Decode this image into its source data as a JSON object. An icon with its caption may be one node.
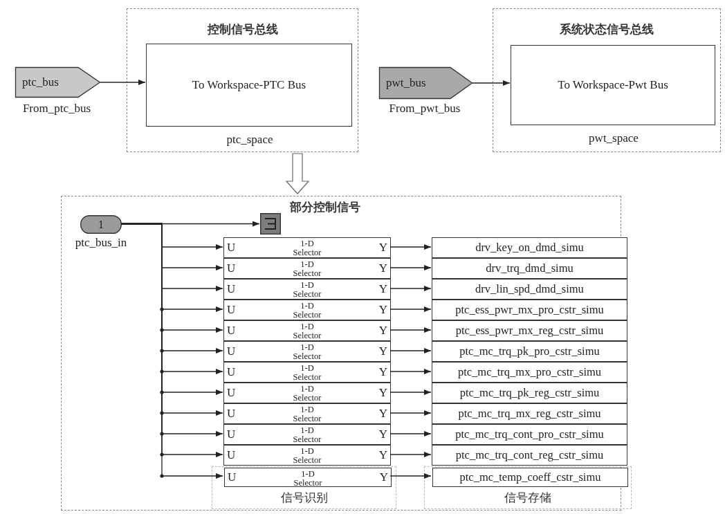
{
  "diagram": {
    "nodes": [
      {
        "text": [
          "控制信号总线"
        ]
      },
      {
        "text": [
          "ptc_bus"
        ],
        "beside": [
          "From_ptc_bus"
        ]
      },
      {
        "text": [
          "To Workspace-PTC Bus"
        ],
        "in": 0,
        "beside": [
          "ptc_space"
        ]
      },
      {
        "text": [
          "系统状态信号总线"
        ]
      },
      {
        "text": [
          "pwt_bus"
        ],
        "beside": [
          "From_pwt_bus"
        ]
      },
      {
        "text": [
          "To Workspace-Pwt Bus"
        ],
        "in": 3,
        "beside": [
          "pwt_space"
        ]
      },
      {
        "text": [
          "部分控制信号"
        ]
      },
      {
        "text": [
          "1"
        ],
        "in": 6,
        "beside": [
          "ptc_bus_in"
        ]
      },
      {
        "text": [],
        "shape": "box",
        "in": 6
      },
      {
        "text": [
          "信号识别"
        ],
        "in": 6
      },
      {
        "text": [
          "信号存储"
        ],
        "in": 6
      },
      {
        "text": [
          "U",
          "1-D Selector",
          "Y"
        ],
        "in": 6
      },
      {
        "text": [
          "U",
          "1-D Selector",
          "Y"
        ],
        "in": 6
      },
      {
        "text": [
          "U",
          "1-D Selector",
          "Y"
        ],
        "in": 6
      },
      {
        "text": [
          "U",
          "1-D Selector",
          "Y"
        ],
        "in": 6
      },
      {
        "text": [
          "U",
          "1-D Selector",
          "Y"
        ],
        "in": 6
      },
      {
        "text": [
          "U",
          "1-D Selector",
          "Y"
        ],
        "in": 6
      },
      {
        "text": [
          "U",
          "1-D Selector",
          "Y"
        ],
        "in": 6
      },
      {
        "text": [
          "U",
          "1-D Selector",
          "Y"
        ],
        "in": 6
      },
      {
        "text": [
          "U",
          "1-D Selector",
          "Y"
        ],
        "in": 6
      },
      {
        "text": [
          "U",
          "1-D Selector",
          "Y"
        ],
        "in": 6
      },
      {
        "text": [
          "U",
          "1-D Selector",
          "Y"
        ],
        "in": 6
      },
      {
        "text": [
          "U",
          "1-D Selector",
          "Y"
        ],
        "in": 9
      },
      {
        "text": [
          "drv_key_on_dmd_simu"
        ],
        "in": 6
      },
      {
        "text": [
          "drv_trq_dmd_simu"
        ],
        "in": 6
      },
      {
        "text": [
          "drv_lin_spd_dmd_simu"
        ],
        "in": 6
      },
      {
        "text": [
          "ptc_ess_pwr_mx_pro_cstr_simu"
        ],
        "in": 6
      },
      {
        "text": [
          "ptc_ess_pwr_mx_reg_cstr_simu"
        ],
        "in": 6
      },
      {
        "text": [
          "ptc_mc_trq_pk_pro_cstr_simu"
        ],
        "in": 6
      },
      {
        "text": [
          "ptc_mc_trq_mx_pro_cstr_simu"
        ],
        "in": 6
      },
      {
        "text": [
          "ptc_mc_trq_pk_reg_cstr_simu"
        ],
        "in": 6
      },
      {
        "text": [
          "ptc_mc_trq_mx_reg_cstr_simu"
        ],
        "in": 6
      },
      {
        "text": [
          "ptc_mc_trq_cont_pro_cstr_simu"
        ],
        "in": 6
      },
      {
        "text": [
          "ptc_mc_trq_cont_reg_cstr_simu"
        ],
        "in": 6
      },
      {
        "text": [
          "ptc_mc_temp_coeff_cstr_simu"
        ],
        "in": 10
      }
    ],
    "edges": [
      {
        "from": 1,
        "to": 2,
        "arrow": "to"
      },
      {
        "from": 4,
        "to": 5,
        "arrow": "to"
      },
      {
        "from": 0,
        "to": 6,
        "arrow": "to",
        "style": "thick"
      },
      {
        "from": 7,
        "to": 8,
        "arrow": "to"
      },
      {
        "from": 7,
        "to": 11,
        "arrow": "to"
      },
      {
        "from": 7,
        "to": 12,
        "arrow": "to"
      },
      {
        "from": 7,
        "to": 13,
        "arrow": "to"
      },
      {
        "from": 7,
        "to": 14,
        "arrow": "to"
      },
      {
        "from": 7,
        "to": 15,
        "arrow": "to"
      },
      {
        "from": 7,
        "to": 16,
        "arrow": "to"
      },
      {
        "from": 7,
        "to": 17,
        "arrow": "to"
      },
      {
        "from": 7,
        "to": 18,
        "arrow": "to"
      },
      {
        "from": 7,
        "to": 19,
        "arrow": "to"
      },
      {
        "from": 7,
        "to": 20,
        "arrow": "to"
      },
      {
        "from": 7,
        "to": 21,
        "arrow": "to"
      },
      {
        "from": 7,
        "to": 22,
        "arrow": "to"
      },
      {
        "from": 11,
        "to": 23,
        "arrow": "to"
      },
      {
        "from": 12,
        "to": 24,
        "arrow": "to"
      },
      {
        "from": 13,
        "to": 25,
        "arrow": "to"
      },
      {
        "from": 14,
        "to": 26,
        "arrow": "to"
      },
      {
        "from": 15,
        "to": 27,
        "arrow": "to"
      },
      {
        "from": 16,
        "to": 28,
        "arrow": "to"
      },
      {
        "from": 17,
        "to": 29,
        "arrow": "to"
      },
      {
        "from": 18,
        "to": 30,
        "arrow": "to"
      },
      {
        "from": 19,
        "to": 31,
        "arrow": "to"
      },
      {
        "from": 20,
        "to": 32,
        "arrow": "to"
      },
      {
        "from": 21,
        "to": 33,
        "arrow": "to"
      },
      {
        "from": 22,
        "to": 34,
        "arrow": "to"
      }
    ]
  }
}
